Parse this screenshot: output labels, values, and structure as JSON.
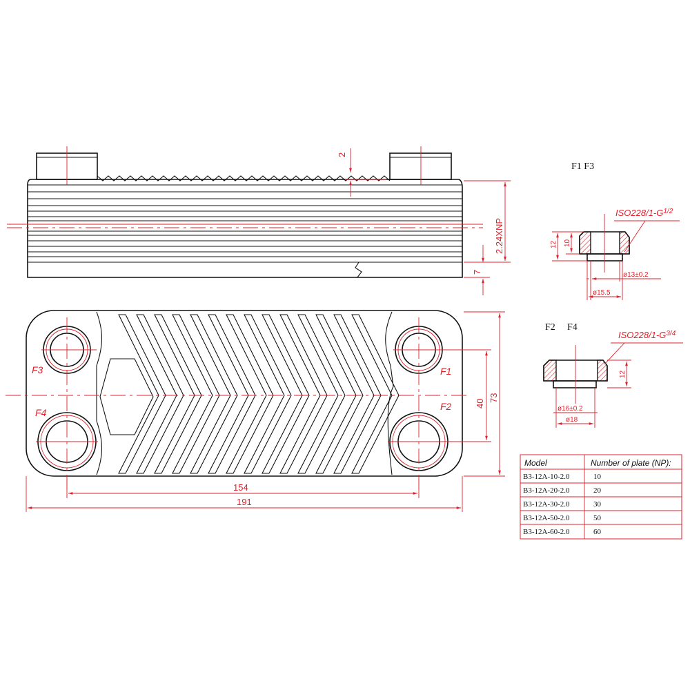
{
  "side_view": {
    "dim_top_gap": "2",
    "dim_height": "2.24XNP",
    "dim_bottom": "7"
  },
  "front_view": {
    "ports": [
      "F3",
      "F1",
      "F4",
      "F2"
    ],
    "dim_inner_width": "154",
    "dim_total_width": "191",
    "dim_port_spacing": "40",
    "dim_total_height": "73"
  },
  "fitting_f1_f3": {
    "title": "F1 F3",
    "thread": "ISO228/1-G",
    "thread_size": "1/2",
    "dim_height_outer": "12",
    "dim_height_inner": "10",
    "dim_bore": "ø13±0.2",
    "dim_outer": "ø15.5"
  },
  "fitting_f2_f4": {
    "title_left": "F2",
    "title_right": "F4",
    "thread": "ISO228/1-G",
    "thread_size": "3/4",
    "dim_height": "12",
    "dim_bore": "ø16±0.2",
    "dim_outer": "ø18"
  },
  "model_table": {
    "headers": [
      "Model",
      "Number of plate (NP):"
    ],
    "rows": [
      {
        "model": "B3-12A-10-2.0",
        "np": "10"
      },
      {
        "model": "B3-12A-20-2.0",
        "np": "20"
      },
      {
        "model": "B3-12A-30-2.0",
        "np": "30"
      },
      {
        "model": "B3-12A-50-2.0",
        "np": "50"
      },
      {
        "model": "B3-12A-60-2.0",
        "np": "60"
      }
    ]
  }
}
